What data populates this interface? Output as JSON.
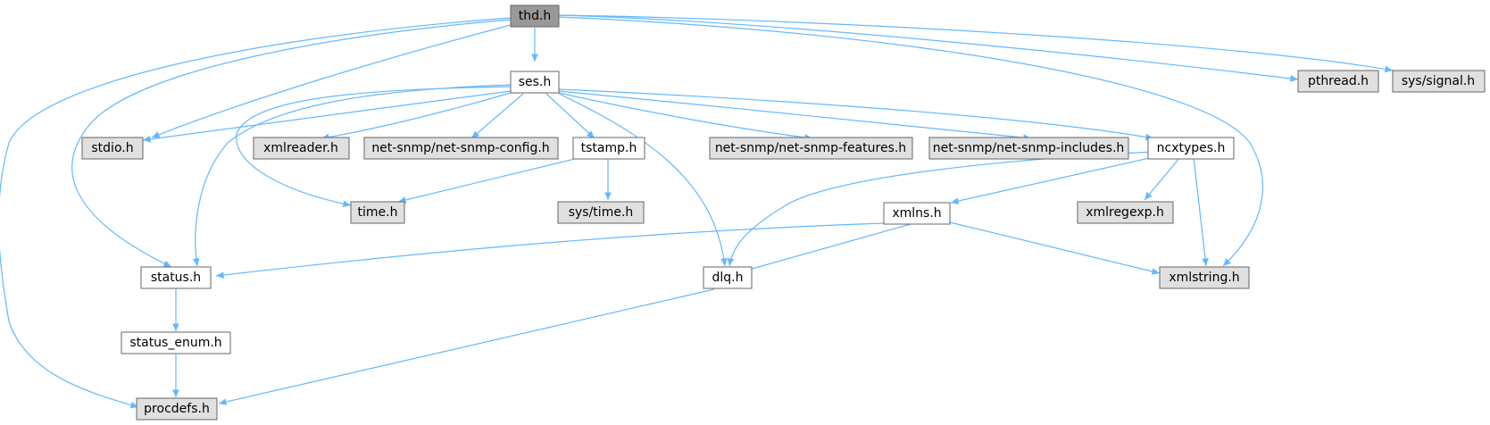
{
  "colors": {
    "root_fill": "#999999",
    "local_fill": "#ffffff",
    "system_fill": "#e0e0e0",
    "node_border": "#666666",
    "edge": "#63b8ff"
  },
  "nodes": [
    {
      "id": "thd",
      "label": "thd.h",
      "kind": "root"
    },
    {
      "id": "ses",
      "label": "ses.h",
      "kind": "local"
    },
    {
      "id": "pthread",
      "label": "pthread.h",
      "kind": "system"
    },
    {
      "id": "signal",
      "label": "sys/signal.h",
      "kind": "system"
    },
    {
      "id": "stdio",
      "label": "stdio.h",
      "kind": "system"
    },
    {
      "id": "xmlreader",
      "label": "xmlreader.h",
      "kind": "system"
    },
    {
      "id": "config",
      "label": "net-snmp/net-snmp-config.h",
      "kind": "system"
    },
    {
      "id": "tstamp",
      "label": "tstamp.h",
      "kind": "local"
    },
    {
      "id": "features",
      "label": "net-snmp/net-snmp-features.h",
      "kind": "system"
    },
    {
      "id": "includes",
      "label": "net-snmp/net-snmp-includes.h",
      "kind": "system"
    },
    {
      "id": "ncxtypes",
      "label": "ncxtypes.h",
      "kind": "local"
    },
    {
      "id": "time",
      "label": "time.h",
      "kind": "system"
    },
    {
      "id": "systime",
      "label": "sys/time.h",
      "kind": "system"
    },
    {
      "id": "xmlns",
      "label": "xmlns.h",
      "kind": "local"
    },
    {
      "id": "xmlregexp",
      "label": "xmlregexp.h",
      "kind": "system"
    },
    {
      "id": "status",
      "label": "status.h",
      "kind": "local"
    },
    {
      "id": "dlq",
      "label": "dlq.h",
      "kind": "local"
    },
    {
      "id": "xmlstring",
      "label": "xmlstring.h",
      "kind": "system"
    },
    {
      "id": "status_enum",
      "label": "status_enum.h",
      "kind": "local"
    },
    {
      "id": "procdefs",
      "label": "procdefs.h",
      "kind": "system"
    }
  ],
  "edges": [
    {
      "from": "thd",
      "to": "ses"
    },
    {
      "from": "thd",
      "to": "pthread"
    },
    {
      "from": "thd",
      "to": "signal"
    },
    {
      "from": "thd",
      "to": "stdio"
    },
    {
      "from": "thd",
      "to": "status"
    },
    {
      "from": "thd",
      "to": "procdefs"
    },
    {
      "from": "thd",
      "to": "xmlstring"
    },
    {
      "from": "ses",
      "to": "stdio"
    },
    {
      "from": "ses",
      "to": "xmlreader"
    },
    {
      "from": "ses",
      "to": "config"
    },
    {
      "from": "ses",
      "to": "tstamp"
    },
    {
      "from": "ses",
      "to": "features"
    },
    {
      "from": "ses",
      "to": "includes"
    },
    {
      "from": "ses",
      "to": "ncxtypes"
    },
    {
      "from": "ses",
      "to": "time"
    },
    {
      "from": "ses",
      "to": "status"
    },
    {
      "from": "ses",
      "to": "dlq"
    },
    {
      "from": "tstamp",
      "to": "time"
    },
    {
      "from": "tstamp",
      "to": "systime"
    },
    {
      "from": "ncxtypes",
      "to": "xmlns"
    },
    {
      "from": "ncxtypes",
      "to": "xmlregexp"
    },
    {
      "from": "ncxtypes",
      "to": "xmlstring"
    },
    {
      "from": "ncxtypes",
      "to": "dlq"
    },
    {
      "from": "xmlns",
      "to": "status"
    },
    {
      "from": "xmlns",
      "to": "dlq"
    },
    {
      "from": "xmlns",
      "to": "xmlstring"
    },
    {
      "from": "status",
      "to": "status_enum"
    },
    {
      "from": "status_enum",
      "to": "procdefs"
    },
    {
      "from": "dlq",
      "to": "procdefs"
    }
  ]
}
